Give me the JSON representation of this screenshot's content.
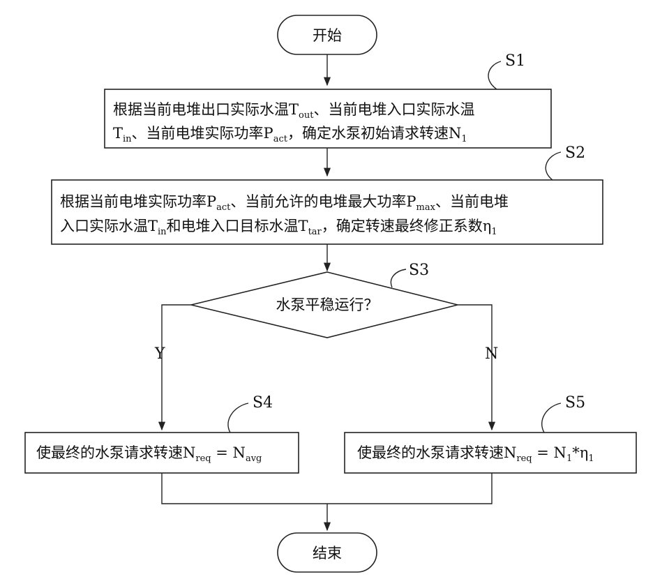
{
  "start": "开始",
  "end": "结束",
  "s1": {
    "tag": "S1",
    "line1": {
      "a": "根据当前电堆出口实际水温T",
      "a_sub": "out",
      "b": "、当前电堆入口实际水温"
    },
    "line2": {
      "a": "T",
      "a_sub": "in",
      "b": "、当前电堆实际功率P",
      "b_sub": "act",
      "c": "，确定水泵初始请求转速N",
      "c_sub": "1"
    }
  },
  "s2": {
    "tag": "S2",
    "line1": {
      "a": "根据当前电堆实际功率P",
      "a_sub": "act",
      "b": "、当前允许的电堆最大功率P",
      "b_sub": "max",
      "c": "、当前电堆"
    },
    "line2": {
      "a": "入口实际水温T",
      "a_sub": "in",
      "b": "和电堆入口目标水温T",
      "b_sub": "tar",
      "c": "，确定转速最终修正系数η",
      "c_sub": "1"
    }
  },
  "s3": {
    "tag": "S3",
    "text": "水泵平稳运行？"
  },
  "branch": {
    "yes": "Y",
    "no": "N"
  },
  "s4": {
    "tag": "S4",
    "a": "使最终的水泵请求转速N",
    "a_sub": "req",
    "b": " = N",
    "b_sub": "avg"
  },
  "s5": {
    "tag": "S5",
    "a": "使最终的水泵请求转速N",
    "a_sub": "req",
    "b": " = N",
    "b_sub": "1",
    "c": "*η",
    "c_sub": "1"
  }
}
